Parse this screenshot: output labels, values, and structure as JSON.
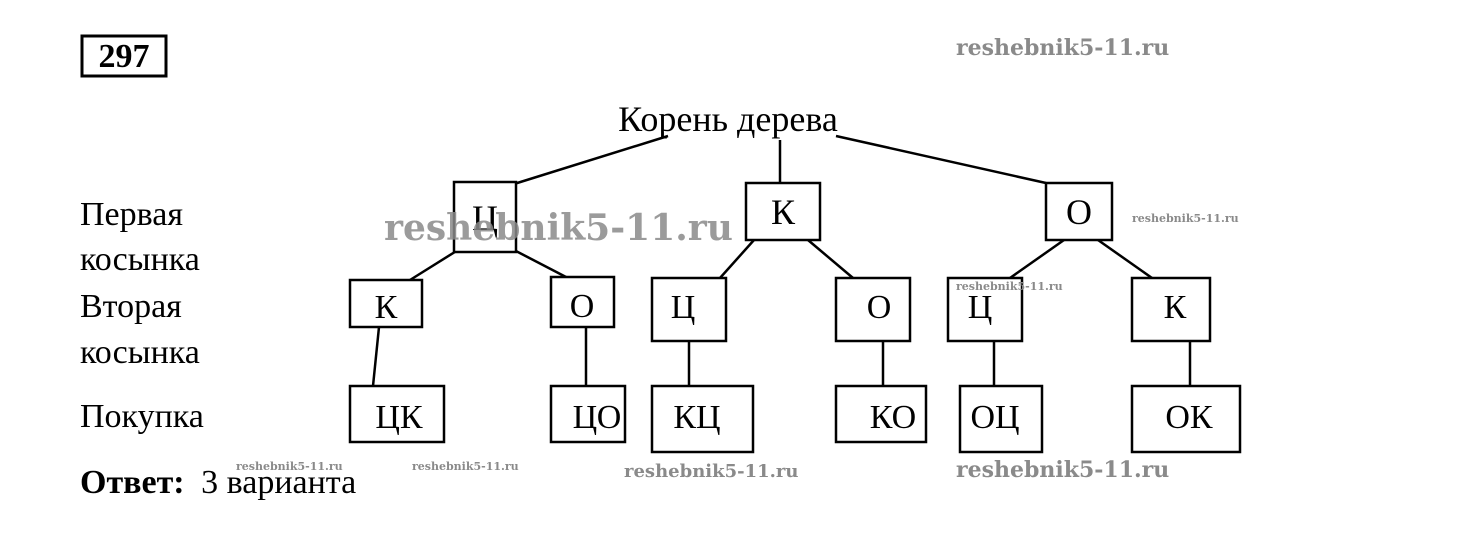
{
  "problem_number": "297",
  "root_label": "Корень дерева",
  "level_labels": {
    "first": [
      "Первая",
      "косынка"
    ],
    "second": [
      "Вторая",
      "косынка"
    ],
    "purchase": "Покупка"
  },
  "tree": {
    "first": [
      "Ц",
      "К",
      "О"
    ],
    "second": [
      [
        "К",
        "О"
      ],
      [
        "Ц",
        "О"
      ],
      [
        "Ц",
        "К"
      ]
    ],
    "purchases": [
      [
        "ЦК",
        "ЦО"
      ],
      [
        "КЦ",
        "КО"
      ],
      [
        "ОЦ",
        "ОК"
      ]
    ]
  },
  "answer": {
    "label": "Ответ:",
    "text": "3 варианта"
  },
  "watermarks": [
    "reshebnik5-11.ru"
  ],
  "colors": {
    "ink": "#000000",
    "watermark": "#8a8a8a"
  }
}
